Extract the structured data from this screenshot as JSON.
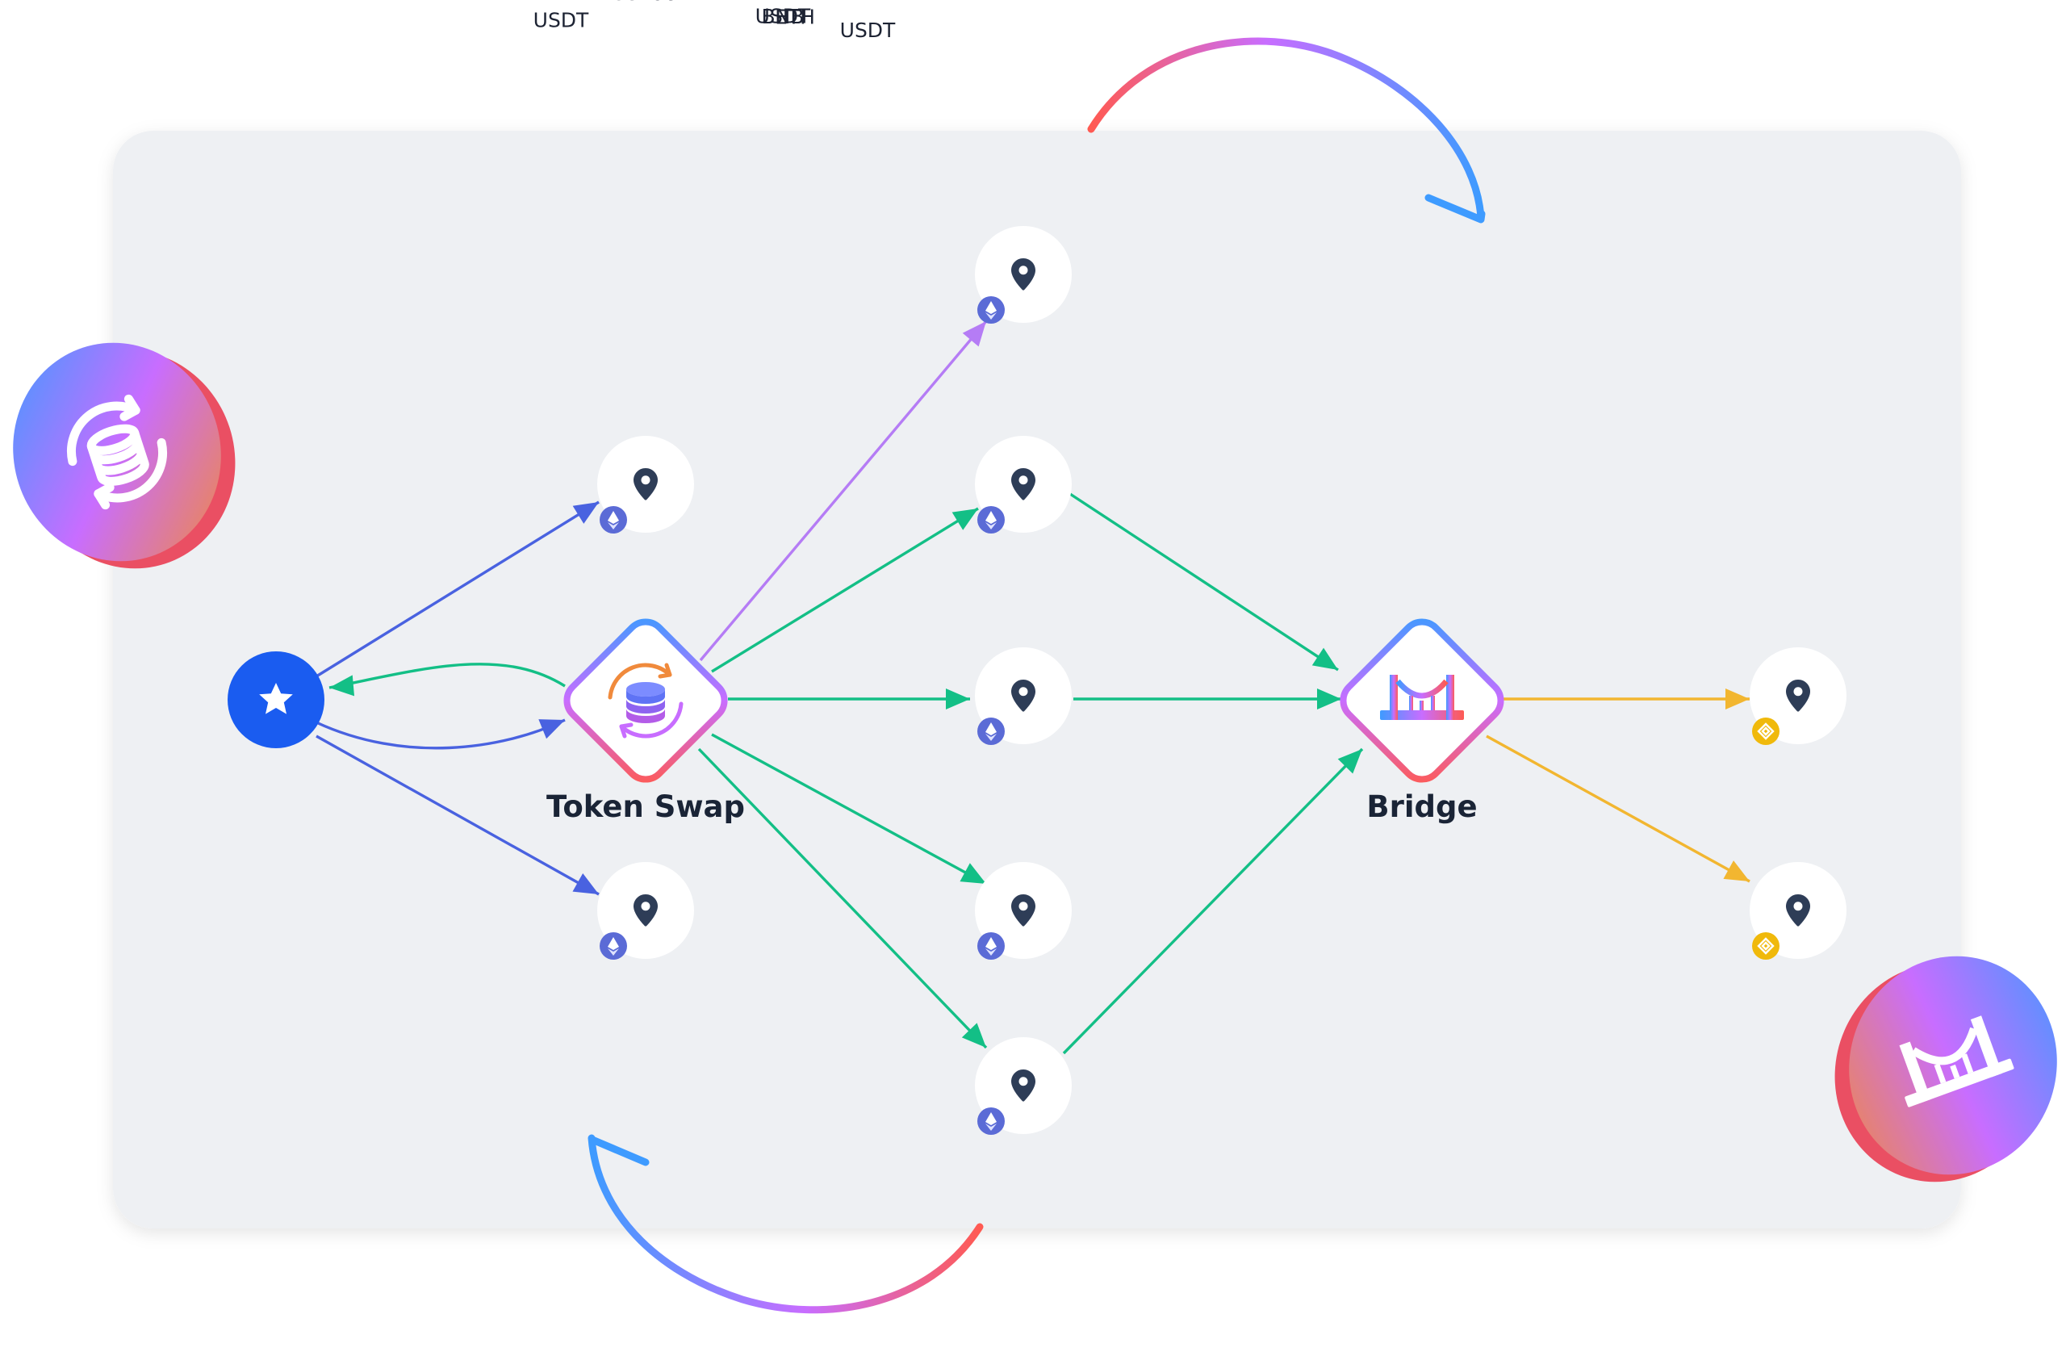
{
  "colors": {
    "panel": "#eef0f3",
    "node_bg": "#ffffff",
    "pin": "#2e3d57",
    "eth_badge": "#5b6bd6",
    "bnb_badge": "#f0b90b",
    "source": "#1a5cf0",
    "eth_edge": "#4962e0",
    "usdt_edge": "#13bf86",
    "purple_edge": "#b57cf5",
    "bnb_edge": "#f2b630",
    "grad_blue": "#3e9bff",
    "grad_purple": "#c86dff",
    "grad_red": "#ff5a52",
    "grad_orange": "#f08a3c",
    "label": "#1d2333",
    "title": "#1a2436"
  },
  "hubs": [
    {
      "id": "swap",
      "title": "Token Swap",
      "icon": "coin-swap-icon"
    },
    {
      "id": "bridge",
      "title": "Bridge",
      "icon": "bridge-icon"
    }
  ],
  "source": {
    "icon": "star-icon"
  },
  "destinations": [
    {
      "id": "d1",
      "chain": "eth",
      "icon": "location-pin-icon"
    },
    {
      "id": "d2",
      "chain": "eth",
      "icon": "location-pin-icon"
    },
    {
      "id": "d3",
      "chain": "eth",
      "icon": "location-pin-icon"
    },
    {
      "id": "d4",
      "chain": "eth",
      "icon": "location-pin-icon"
    },
    {
      "id": "d5",
      "chain": "eth",
      "icon": "location-pin-icon"
    },
    {
      "id": "d6",
      "chain": "eth",
      "icon": "location-pin-icon"
    },
    {
      "id": "d7",
      "chain": "eth",
      "icon": "location-pin-icon"
    },
    {
      "id": "d8",
      "chain": "eth",
      "icon": "location-pin-icon"
    },
    {
      "id": "d9",
      "chain": "bnb",
      "icon": "location-pin-icon"
    },
    {
      "id": "d10",
      "chain": "bnb",
      "icon": "location-pin-icon"
    }
  ],
  "edges": [
    {
      "id": "e1",
      "label": "ETH",
      "token": "eth"
    },
    {
      "id": "e2",
      "label": "USDT",
      "token": "usdt"
    },
    {
      "id": "e3",
      "label": "ETH",
      "token": "eth"
    },
    {
      "id": "e4",
      "label": "ETH",
      "token": "eth"
    },
    {
      "id": "e5",
      "label": "",
      "token": "purple"
    },
    {
      "id": "e6",
      "label": "USDT",
      "token": "usdt"
    },
    {
      "id": "e7",
      "label": "USDT",
      "token": "usdt"
    },
    {
      "id": "e8",
      "label": "USDT",
      "token": "usdt"
    },
    {
      "id": "e9",
      "label": "USDT",
      "token": "usdt"
    },
    {
      "id": "e10",
      "label": "USDT",
      "token": "usdt"
    },
    {
      "id": "e11",
      "label": "USDT",
      "token": "usdt"
    },
    {
      "id": "e12",
      "label": "USDT",
      "token": "usdt"
    },
    {
      "id": "e13",
      "label": "BNB",
      "token": "bnb"
    },
    {
      "id": "e14",
      "label": "BNB",
      "token": "bnb"
    }
  ],
  "badges": [
    {
      "icon": "coin-swap-icon"
    },
    {
      "icon": "bridge-icon"
    }
  ],
  "cycle_arrows": [
    {
      "icon": "cycle-arrow-icon"
    },
    {
      "icon": "cycle-arrow-icon"
    }
  ]
}
